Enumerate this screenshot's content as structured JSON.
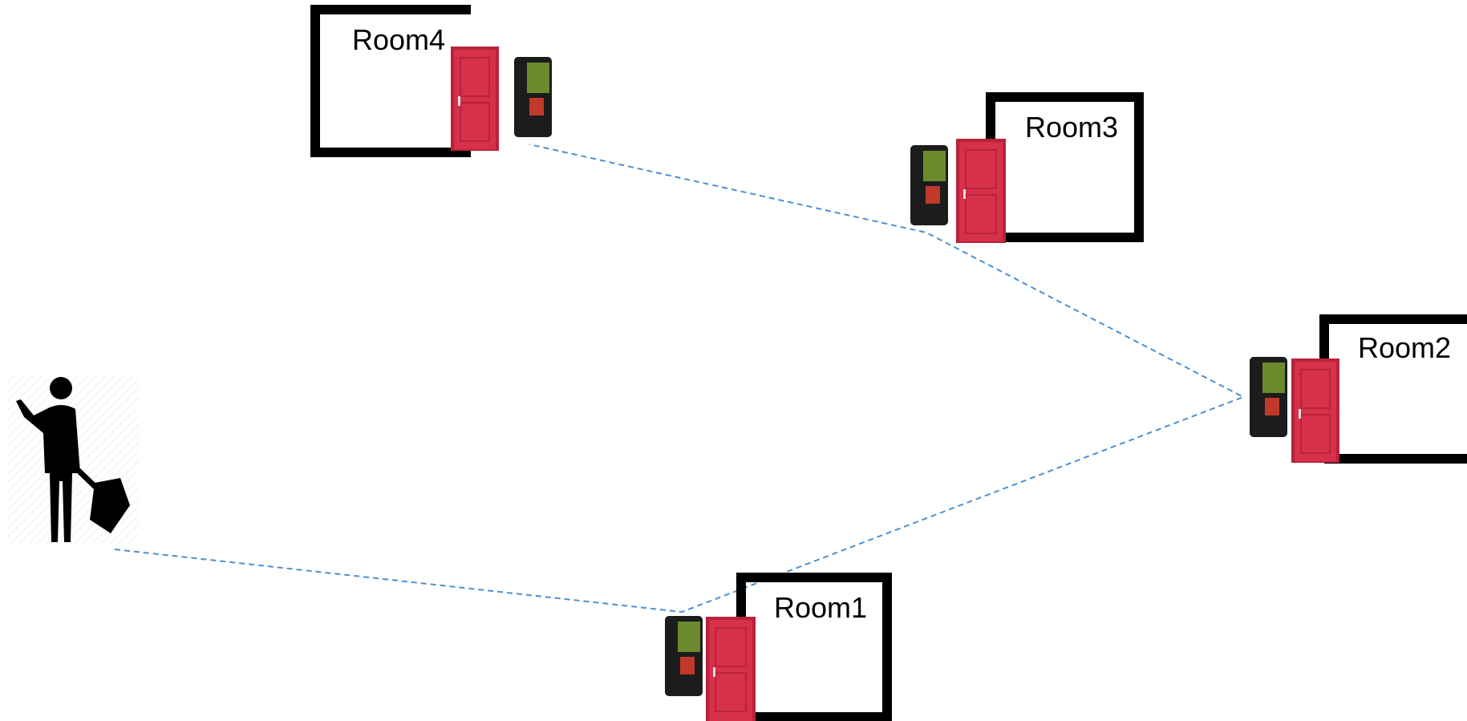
{
  "rooms": [
    {
      "id": "room1",
      "label": "Room1"
    },
    {
      "id": "room2",
      "label": "Room2"
    },
    {
      "id": "room3",
      "label": "Room3"
    },
    {
      "id": "room4",
      "label": "Room4"
    }
  ],
  "path_order": [
    "person",
    "room1",
    "room2",
    "room3",
    "room4"
  ],
  "icons": {
    "person": "person-with-bag-icon",
    "door": "red-door-icon",
    "reader": "access-control-reader-icon"
  },
  "colors": {
    "wall": "#000000",
    "door": "#d6304a",
    "door_frame": "#b8233a",
    "reader_body": "#1c1c1c",
    "reader_screen": "#6b8a2e",
    "path": "#4a90d0"
  }
}
